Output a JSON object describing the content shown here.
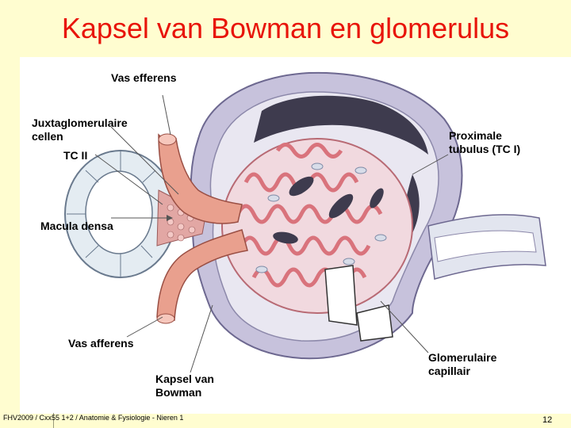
{
  "slide": {
    "title": "Kapsel van Bowman en glomerulus",
    "footer": "FHV2009 / Cxx55 1+2 / Anatomie & Fysiologie - Nieren 1",
    "page_number": "12"
  },
  "labels": {
    "vas_efferens": "Vas efferens",
    "juxtaglomerular": "Juxtaglomerulaire\ncellen",
    "tc2": "TC II",
    "macula_densa": "Macula densa",
    "vas_afferens": "Vas afferens",
    "kapsel": "Kapsel van\nBowman",
    "proximale_tubulus": "Proximale\ntubulus (TC I)",
    "glomerulaire_capillair": "Glomerulaire\ncapillair"
  },
  "colors": {
    "title": "#e8140a",
    "slide_background": "#fffdd0",
    "capsule": "#b9b4d4",
    "capillary": "#e8979a",
    "vessel": "#e9a08e",
    "cell": "#e4ecf2"
  }
}
